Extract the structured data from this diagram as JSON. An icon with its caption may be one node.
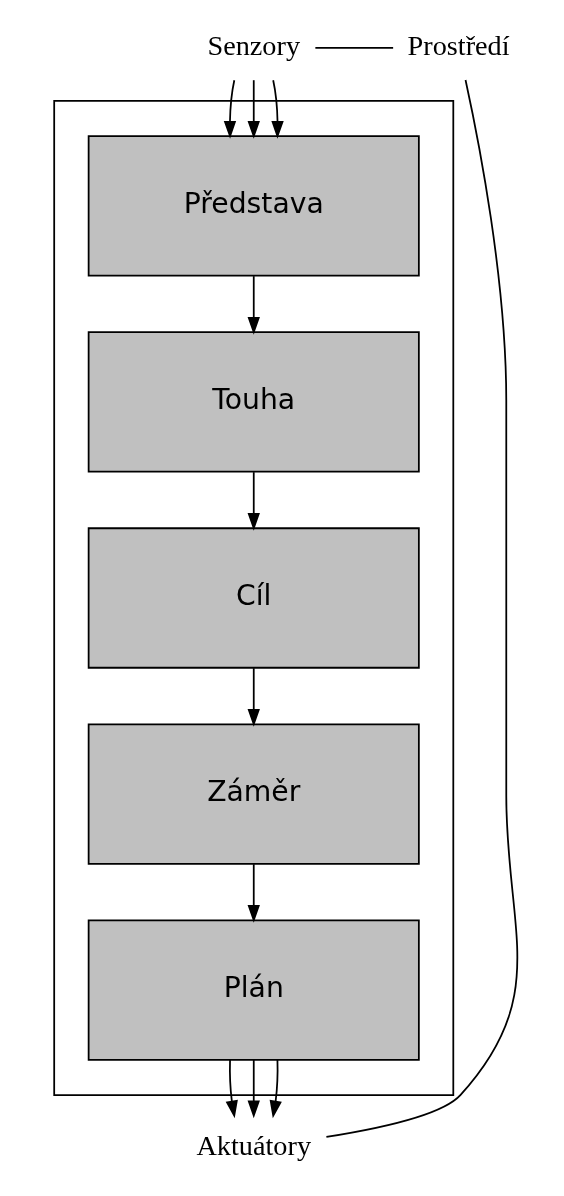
{
  "diagram": {
    "nodes": [
      {
        "text": [],
        "shape": "box"
      },
      {
        "text": [
          "Představa"
        ],
        "in": 0
      },
      {
        "text": [
          "Touha"
        ],
        "in": 0
      },
      {
        "text": [
          "Cíl"
        ],
        "in": 0
      },
      {
        "text": [
          "Záměr"
        ],
        "in": 0
      },
      {
        "text": [
          "Plán"
        ],
        "in": 0
      },
      {
        "text": [
          "Senzory"
        ]
      },
      {
        "text": [
          "Aktuátory"
        ]
      },
      {
        "text": [
          "Prostředí"
        ]
      }
    ],
    "edges": [
      {
        "from": 6,
        "to": 1,
        "arrow": "to"
      },
      {
        "from": 6,
        "to": 1,
        "arrow": "to"
      },
      {
        "from": 6,
        "to": 1,
        "arrow": "to"
      },
      {
        "from": 1,
        "to": 2,
        "arrow": "to"
      },
      {
        "from": 2,
        "to": 3,
        "arrow": "to"
      },
      {
        "from": 3,
        "to": 4,
        "arrow": "to"
      },
      {
        "from": 4,
        "to": 5,
        "arrow": "to"
      },
      {
        "from": 5,
        "to": 7,
        "arrow": "to"
      },
      {
        "from": 5,
        "to": 7,
        "arrow": "to"
      },
      {
        "from": 5,
        "to": 7,
        "arrow": "to"
      },
      {
        "from": 7,
        "to": 8,
        "arrow": "none"
      },
      {
        "from": 8,
        "to": 6,
        "arrow": "none"
      }
    ]
  }
}
